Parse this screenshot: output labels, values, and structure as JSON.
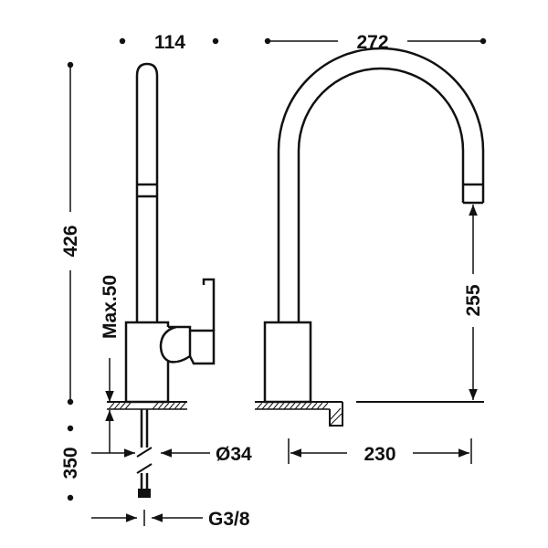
{
  "dimensions": {
    "body_width": "114",
    "spout_reach": "272",
    "total_height": "426",
    "max_deck_thickness": "Max.50",
    "spout_height": "255",
    "supply_hose_length": "350",
    "hole_diameter": "Ø34",
    "base_to_outlet": "230",
    "connection_thread": "G3/8"
  },
  "colors": {
    "ink": "#111111",
    "background": "#ffffff"
  }
}
